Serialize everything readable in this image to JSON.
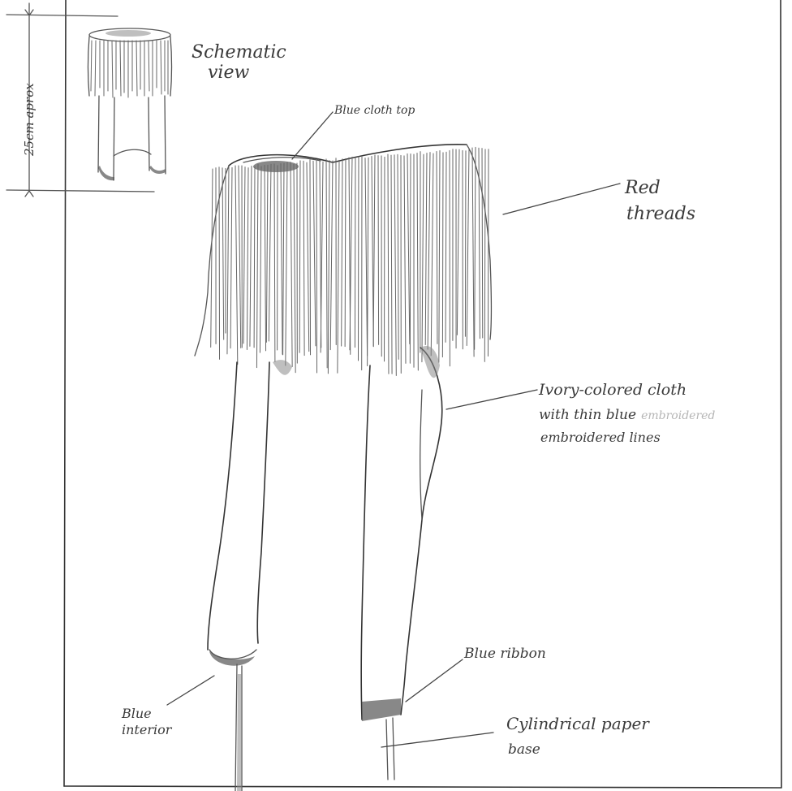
{
  "labels": {
    "dimension": "25cm aprox",
    "schematic_line1": "Schematic",
    "schematic_line2": "view",
    "blue_cloth_top": "Blue cloth top",
    "red_line1": "Red",
    "red_line2": "threads",
    "ivory_line1": "Ivory-colored cloth",
    "ivory_line2": "with thin blue",
    "ivory_line2_faded": "embroidered",
    "ivory_line3": "embroidered lines",
    "blue_ribbon": "Blue ribbon",
    "blue_interior_line1": "Blue",
    "blue_interior_line2": "interior",
    "base_line1": "Cylindrical paper",
    "base_line2": "base"
  },
  "colors": {
    "paper": "#ffffff",
    "pencil": "#555555",
    "pencil_dark": "#333333",
    "faded_text": "#b5b5b5"
  }
}
